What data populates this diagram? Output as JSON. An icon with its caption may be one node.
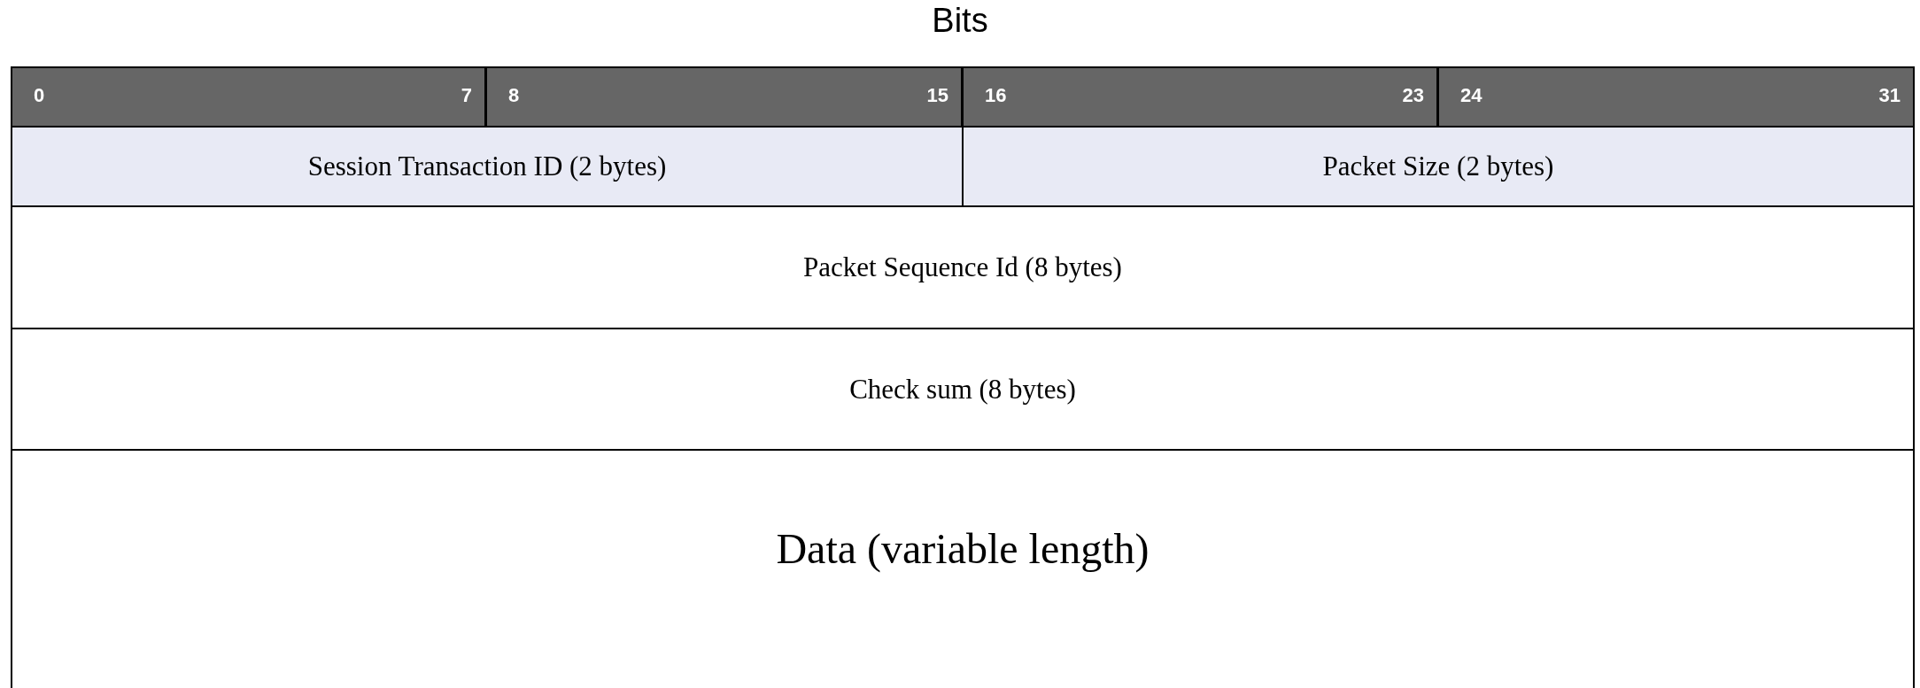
{
  "diagram": {
    "title": "Bits",
    "nodes": [
      {
        "text": [
          "Session Transaction ID (2 bytes)"
        ]
      },
      {
        "text": [
          "Packet Size (2 bytes)"
        ]
      },
      {
        "text": [
          "Packet Sequence Id (8 bytes)"
        ]
      },
      {
        "text": [
          "Check sum (8 bytes)"
        ]
      },
      {
        "text": [
          "Data (variable length)"
        ]
      }
    ],
    "labels": [
      "0",
      "7",
      "8",
      "15",
      "16",
      "23",
      "24",
      "31"
    ]
  }
}
